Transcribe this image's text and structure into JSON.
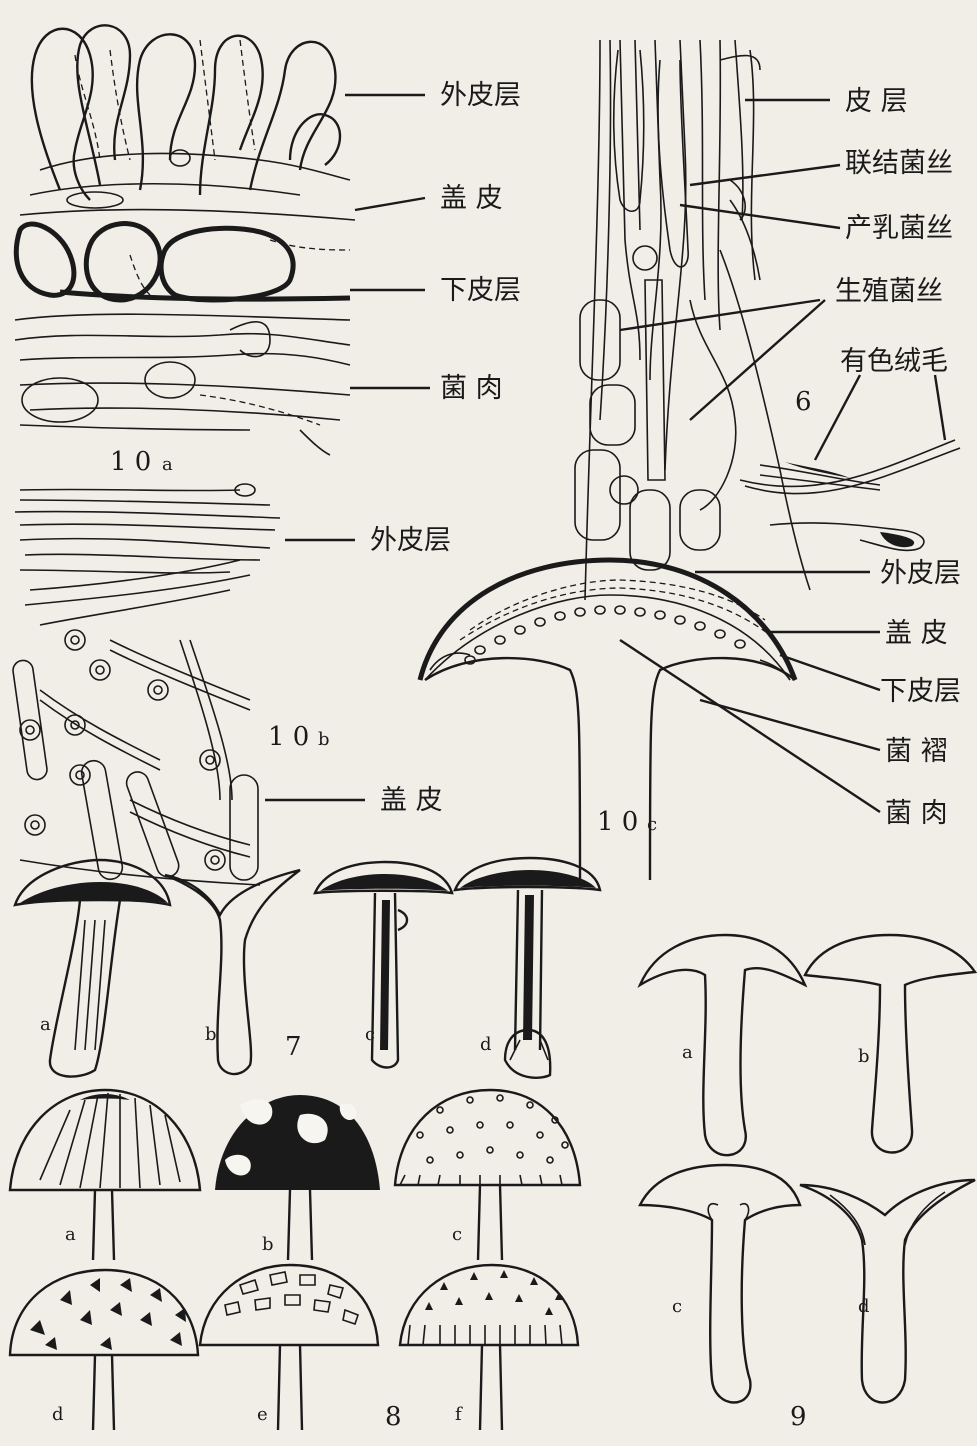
{
  "fig10a": {
    "labels": [
      "外皮层",
      "盖 皮",
      "下皮层",
      "菌 肉"
    ],
    "number": "1 0",
    "suffix": "a"
  },
  "fig6": {
    "labels": [
      "皮 层",
      "联结菌丝",
      "产乳菌丝",
      "生殖菌丝",
      "有色绒毛"
    ],
    "number": "6"
  },
  "fig10b": {
    "labels": [
      "外皮层",
      "盖 皮"
    ],
    "number": "1 0",
    "suffix": "b"
  },
  "fig10c": {
    "labels": [
      "外皮层",
      "盖 皮",
      "下皮层",
      "菌 褶",
      "菌 肉"
    ],
    "number": "1 0",
    "suffix": "c"
  },
  "fig7": {
    "number": "7",
    "letters": [
      "a",
      "b",
      "c",
      "d"
    ]
  },
  "fig8": {
    "number": "8",
    "letters": [
      "a",
      "b",
      "c",
      "d",
      "e",
      "f"
    ]
  },
  "fig9": {
    "number": "9",
    "letters": [
      "a",
      "b",
      "c",
      "d"
    ]
  }
}
